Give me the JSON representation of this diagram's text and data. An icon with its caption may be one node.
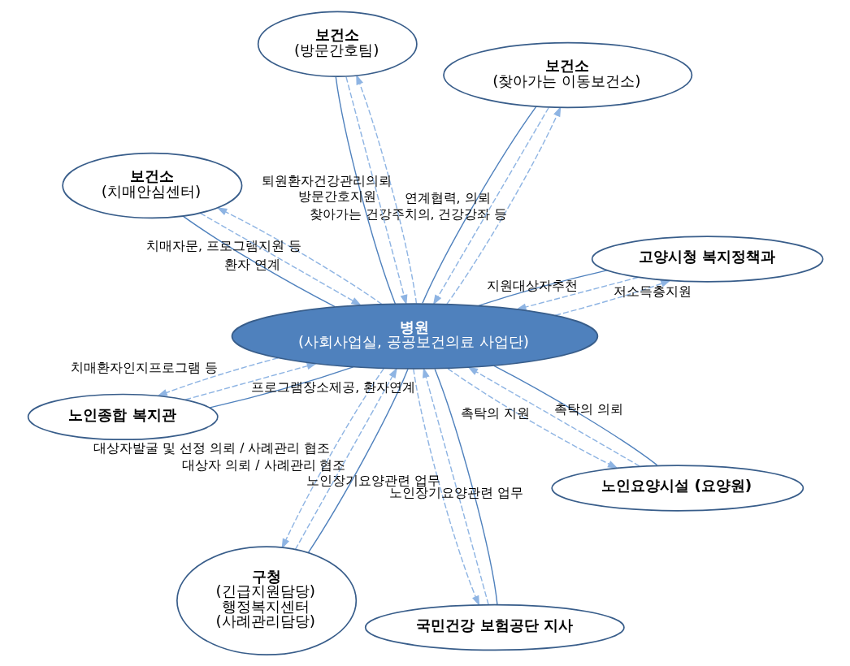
{
  "diagram": {
    "nodes": [
      {
        "text": [
          "병원",
          "(사회사업실, 공공보건의료 사업단)"
        ]
      },
      {
        "text": [
          "고양시청 복지정책과"
        ]
      },
      {
        "text": [
          "구청",
          "(긴급지원담당)",
          "행정복지센터",
          "(사례관리담당)"
        ]
      },
      {
        "text": [
          "보건소",
          "(치매안심센터)"
        ]
      },
      {
        "text": [
          "보건소",
          "(찾아가는 이동보건소)"
        ]
      },
      {
        "text": [
          "보건소",
          "(방문간호팀)"
        ]
      },
      {
        "text": [
          "노인종합 복지관"
        ]
      },
      {
        "text": [
          "노인요양시설 (요양원)"
        ]
      },
      {
        "text": [
          "국민건강 보험공단 지사"
        ]
      }
    ],
    "edges": [
      {
        "from": 0,
        "to": 1,
        "arrow": "none"
      },
      {
        "from": 1,
        "to": 0,
        "arrow": "to",
        "label": "지원대상자추천",
        "style": "dashed"
      },
      {
        "from": 0,
        "to": 1,
        "arrow": "to",
        "label": "저소득층지원",
        "style": "dashed"
      },
      {
        "from": 0,
        "to": 2,
        "arrow": "none"
      },
      {
        "from": 2,
        "to": 0,
        "arrow": "to",
        "label": "대상자 의뢰 / 사례관리 협조",
        "style": "dashed"
      },
      {
        "from": 0,
        "to": 2,
        "arrow": "to",
        "label": "대상자발굴 및 선정 의뢰 / 사례관리 협조",
        "style": "dashed"
      },
      {
        "from": 0,
        "to": 3,
        "arrow": "none"
      },
      {
        "from": 3,
        "to": 0,
        "arrow": "to",
        "label": "환자 연계",
        "style": "dashed"
      },
      {
        "from": 0,
        "to": 3,
        "arrow": "to",
        "label": "치매자문, 프로그램지원 등",
        "style": "dashed"
      },
      {
        "from": 0,
        "to": 4,
        "arrow": "none"
      },
      {
        "from": 4,
        "to": 0,
        "arrow": "to",
        "label": "연계협력, 의뢰",
        "style": "dashed"
      },
      {
        "from": 0,
        "to": 4,
        "arrow": "to",
        "label": "찾아가는 건강주치의, 건강강좌 등",
        "style": "dashed"
      },
      {
        "from": 0,
        "to": 5,
        "arrow": "none"
      },
      {
        "from": 5,
        "to": 0,
        "arrow": "to",
        "label": "방문간호지원",
        "style": "dashed"
      },
      {
        "from": 0,
        "to": 5,
        "arrow": "to",
        "label": "퇴원환자건강관리의뢰",
        "style": "dashed"
      },
      {
        "from": 0,
        "to": 6,
        "arrow": "none"
      },
      {
        "from": 6,
        "to": 0,
        "arrow": "to",
        "label": "프로그램장소제공, 환자연계",
        "style": "dashed"
      },
      {
        "from": 0,
        "to": 6,
        "arrow": "to",
        "label": "치매환자인지프로그램 등",
        "style": "dashed"
      },
      {
        "from": 0,
        "to": 7,
        "arrow": "none"
      },
      {
        "from": 7,
        "to": 0,
        "arrow": "to",
        "label": "촉탁의 의뢰",
        "style": "dashed"
      },
      {
        "from": 0,
        "to": 7,
        "arrow": "to",
        "label": "촉탁의 지원",
        "style": "dashed"
      },
      {
        "from": 0,
        "to": 8,
        "arrow": "none"
      },
      {
        "from": 8,
        "to": 0,
        "arrow": "to",
        "label": "노인장기요양관련 업무",
        "style": "dashed"
      },
      {
        "from": 0,
        "to": 8,
        "arrow": "to",
        "label": "노인장기요양관련 업무",
        "style": "dashed"
      }
    ]
  }
}
